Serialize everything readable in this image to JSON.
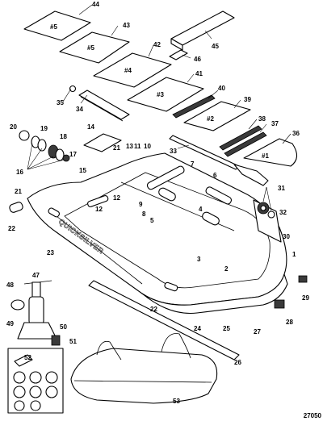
{
  "figure_number": "27050",
  "brand_text": "QUICKSILVER",
  "panel_labels": {
    "p44": "#5",
    "p43": "#5",
    "p42": "#4",
    "p41": "#3",
    "p39": "#2",
    "p36": "#1"
  },
  "callouts": {
    "c1": "1",
    "c2": "2",
    "c3": "3",
    "c4": "4",
    "c5": "5",
    "c6": "6",
    "c7": "7",
    "c8": "8",
    "c9": "9",
    "c10": "10",
    "c11": "11",
    "c12a": "12",
    "c12b": "12",
    "c13": "13",
    "c14": "14",
    "c15": "15",
    "c16": "16",
    "c17": "17",
    "c18": "18",
    "c19": "19",
    "c20": "20",
    "c21a": "21",
    "c21b": "21",
    "c22a": "22",
    "c22b": "22",
    "c23": "23",
    "c24": "24",
    "c25": "25",
    "c26": "26",
    "c27": "27",
    "c28": "28",
    "c29": "29",
    "c30": "30",
    "c31": "31",
    "c32": "32",
    "c33": "33",
    "c34": "34",
    "c35": "35",
    "c36": "36",
    "c37": "37",
    "c38": "38",
    "c39": "39",
    "c40": "40",
    "c41": "41",
    "c42": "42",
    "c43": "43",
    "c44": "44",
    "c45": "45",
    "c46": "46",
    "c47": "47",
    "c48": "48",
    "c49": "49",
    "c50": "50",
    "c51": "51",
    "c52": "52",
    "c53": "53"
  }
}
